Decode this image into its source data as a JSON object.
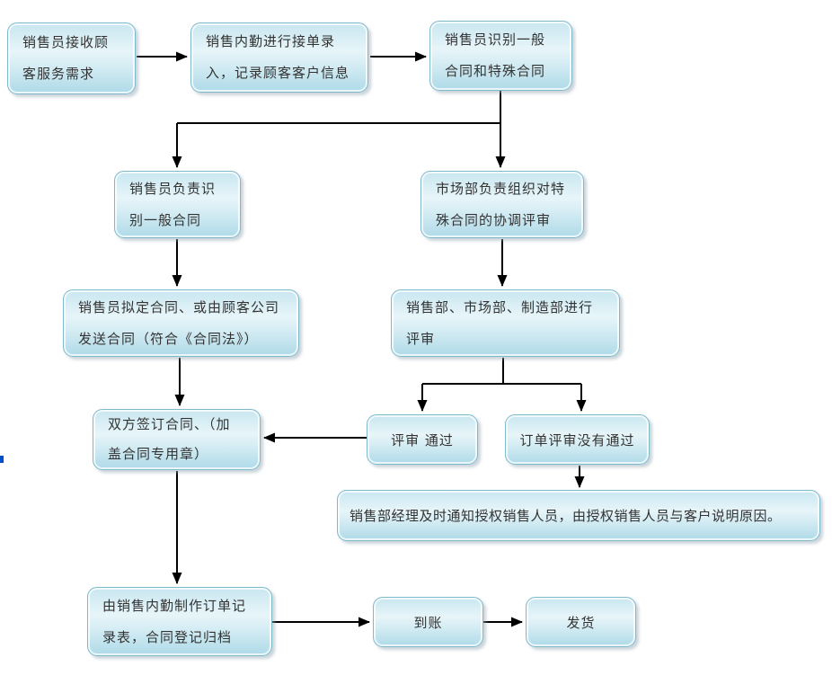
{
  "palette": {
    "background": "#ffffff",
    "node_border": "#7fb9cc",
    "node_fill_top": "#c8e6f0",
    "node_fill_mid": "#e7f5f9",
    "node_fill_bottom": "#aedae8",
    "text": "#333333",
    "arrow": "#000000",
    "stray_mark": "#0050c8"
  },
  "nodes": [
    {
      "id": "receive-request",
      "lines": [
        "销售员接收顾",
        "客服务需求"
      ]
    },
    {
      "id": "order-entry",
      "lines": [
        "销售内勤进行接单录",
        "入，记录顾客客户信息"
      ]
    },
    {
      "id": "identify-contract",
      "lines": [
        "销售员识别一般",
        "合同和特殊合同"
      ]
    },
    {
      "id": "general-contract",
      "lines": [
        "销售员负责识",
        "别一般合同"
      ]
    },
    {
      "id": "special-contract",
      "lines": [
        "市场部负责组织对特",
        "殊合同的协调评审"
      ]
    },
    {
      "id": "draft-contract",
      "lines": [
        "销售员拟定合同、或由顾客公司",
        "发送合同（符合《合同法》）"
      ]
    },
    {
      "id": "joint-review",
      "lines": [
        "销售部、市场部、制造部进行",
        "评审"
      ]
    },
    {
      "id": "sign-contract",
      "lines": [
        "双方签订合同、（加",
        "盖合同专用章）"
      ]
    },
    {
      "id": "review-passed",
      "lines": [
        "评审 通过"
      ]
    },
    {
      "id": "review-failed",
      "lines": [
        "订单评审没有通过"
      ]
    },
    {
      "id": "notify-customer",
      "lines": [
        "销售部经理及时通知授权销售人员，由授权销售人员与客户说明原因。"
      ]
    },
    {
      "id": "order-record",
      "lines": [
        "由销售内勤制作订单记",
        "录表，合同登记归档"
      ]
    },
    {
      "id": "payment-received",
      "lines": [
        "到账"
      ]
    },
    {
      "id": "ship-goods",
      "lines": [
        "发货"
      ]
    }
  ],
  "connectors": [
    {
      "from": "receive-request",
      "to": "order-entry"
    },
    {
      "from": "order-entry",
      "to": "identify-contract"
    },
    {
      "from": "identify-contract",
      "to": "general-contract"
    },
    {
      "from": "identify-contract",
      "to": "special-contract"
    },
    {
      "from": "general-contract",
      "to": "draft-contract"
    },
    {
      "from": "special-contract",
      "to": "joint-review"
    },
    {
      "from": "draft-contract",
      "to": "sign-contract"
    },
    {
      "from": "joint-review",
      "to": "review-passed"
    },
    {
      "from": "joint-review",
      "to": "review-failed"
    },
    {
      "from": "review-passed",
      "to": "sign-contract"
    },
    {
      "from": "review-failed",
      "to": "notify-customer"
    },
    {
      "from": "sign-contract",
      "to": "order-record"
    },
    {
      "from": "order-record",
      "to": "payment-received"
    },
    {
      "from": "payment-received",
      "to": "ship-goods"
    }
  ]
}
